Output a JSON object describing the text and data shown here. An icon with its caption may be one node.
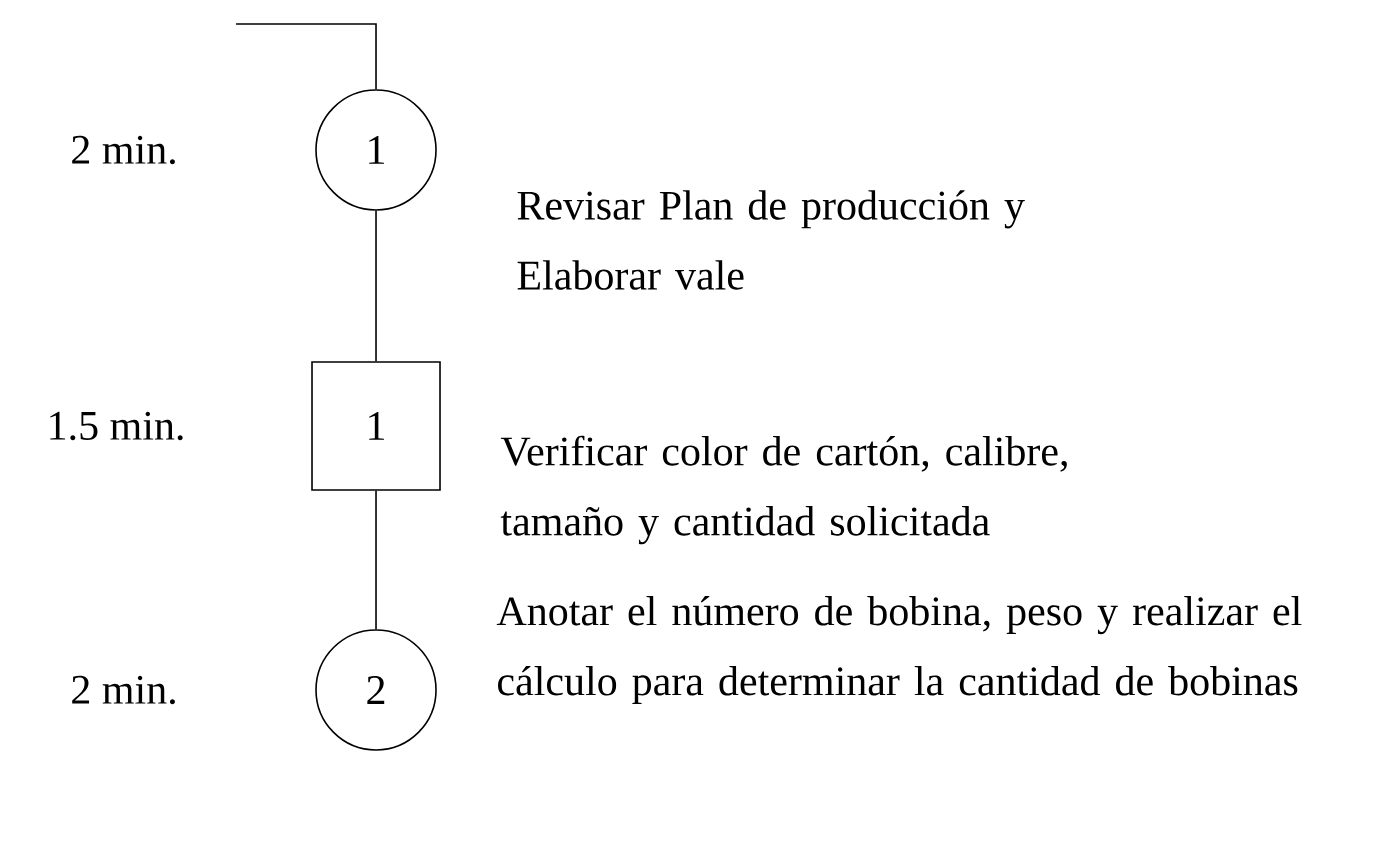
{
  "diagram": {
    "nodes": [
      {
        "text": [
          "1"
        ],
        "beside": [
          "2 min.",
          "Revisar Plan de producción y Elaborar vale"
        ]
      },
      {
        "text": [
          "1"
        ],
        "beside": [
          "1.5 min.",
          "Verificar color de cartón, calibre, tamaño y cantidad solicitada"
        ]
      },
      {
        "text": [
          "2"
        ],
        "beside": [
          "2 min.",
          "Anotar el número de bobina, peso y realizar el cálculo para determinar la cantidad de bobinas"
        ]
      }
    ],
    "edges": [
      {
        "from": null,
        "to": 0,
        "arrow": "none"
      },
      {
        "from": 0,
        "to": 1,
        "arrow": "none"
      },
      {
        "from": 1,
        "to": 2,
        "arrow": "none"
      }
    ]
  }
}
